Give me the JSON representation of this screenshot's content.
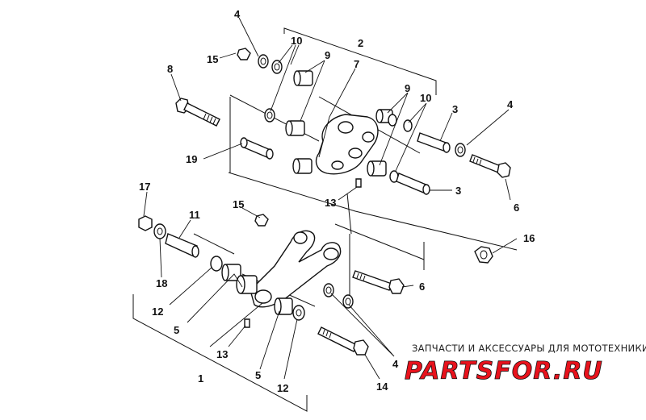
{
  "callouts": {
    "c1": "1",
    "c2": "2",
    "c3a": "3",
    "c3b": "3",
    "c4a": "4",
    "c4b": "4",
    "c4c": "4",
    "c5a": "5",
    "c5b": "5",
    "c6a": "6",
    "c6b": "6",
    "c7": "7",
    "c8": "8",
    "c9a": "9",
    "c9b": "9",
    "c10a": "10",
    "c10b": "10",
    "c11": "11",
    "c12a": "12",
    "c12b": "12",
    "c13a": "13",
    "c13b": "13",
    "c14": "14",
    "c15a": "15",
    "c15b": "15",
    "c16": "16",
    "c17": "17",
    "c18": "18",
    "c19": "19"
  },
  "watermark": {
    "caption": "ЗАПЧАСТИ И АКСЕССУАРЫ ДЛЯ МОТОТЕХНИКИ",
    "logo": "PARTSFOR.RU",
    "logo_color": "#e8121c"
  }
}
